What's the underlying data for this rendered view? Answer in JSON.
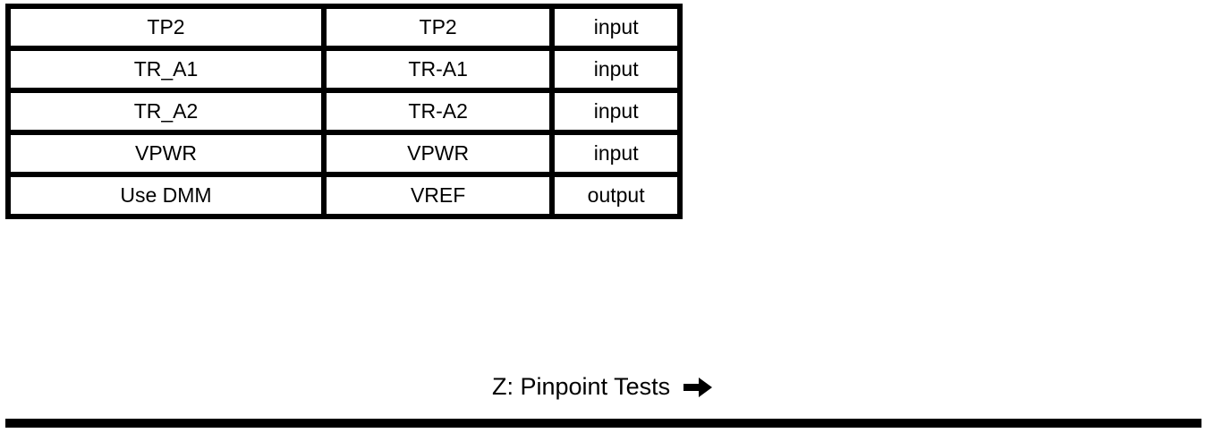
{
  "colors": {
    "foreground": "#000000",
    "background": "#ffffff"
  },
  "table": {
    "rows": [
      {
        "cells": [
          "TP2",
          "TP2",
          "input"
        ]
      },
      {
        "cells": [
          "TR_A1",
          "TR-A1",
          "input"
        ]
      },
      {
        "cells": [
          "TR_A2",
          "TR-A2",
          "input"
        ]
      },
      {
        "cells": [
          "VPWR",
          "VPWR",
          "input"
        ]
      },
      {
        "cells": [
          "Use DMM",
          "VREF",
          "output"
        ]
      }
    ]
  },
  "footer": {
    "label": "Z: Pinpoint Tests",
    "arrow_icon": "right-arrow"
  }
}
